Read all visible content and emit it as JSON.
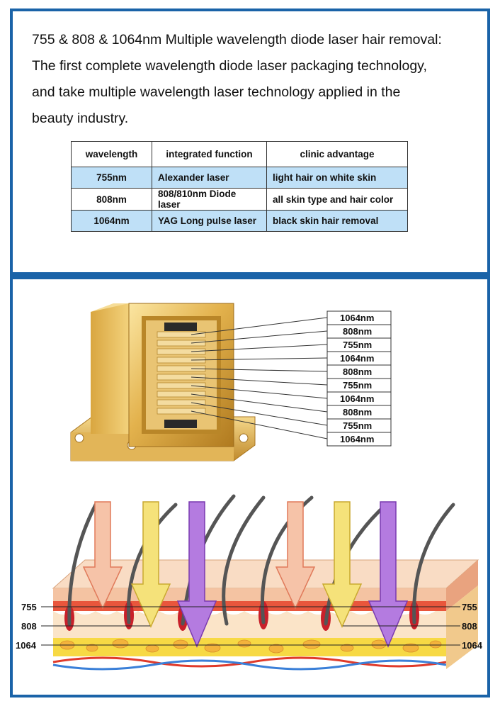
{
  "intro": {
    "lines": [
      "755 & 808 & 1064nm Multiple wavelength diode laser hair removal:",
      "The first complete wavelength diode laser packaging technology,",
      "and take multiple  wavelength laser technology applied in the",
      "beauty industry."
    ]
  },
  "table": {
    "headers": [
      "wavelength",
      "integrated function",
      "clinic advantage"
    ],
    "rows": [
      [
        "755nm",
        "Alexander laser",
        "light hair on white skin"
      ],
      [
        "808nm",
        "808/810nm Diode laser",
        "all skin type and hair color"
      ],
      [
        "1064nm",
        "YAG  Long pulse laser",
        "black skin hair removal"
      ]
    ]
  },
  "laser_stack": {
    "labels": [
      "1064nm",
      "808nm",
      "755nm",
      "1064nm",
      "808nm",
      "755nm",
      "1064nm",
      "808nm",
      "755nm",
      "1064nm"
    ]
  },
  "skin_diagram": {
    "left_labels": [
      "755",
      "808",
      "1064"
    ],
    "right_labels": [
      "755",
      "808",
      "1064"
    ]
  },
  "colors": {
    "border": "#1a63a8",
    "table_highlight": "#bfe0f7",
    "arrow_755": "#f6c3a8",
    "arrow_808": "#f5e27a",
    "arrow_1064": "#b47be0"
  }
}
